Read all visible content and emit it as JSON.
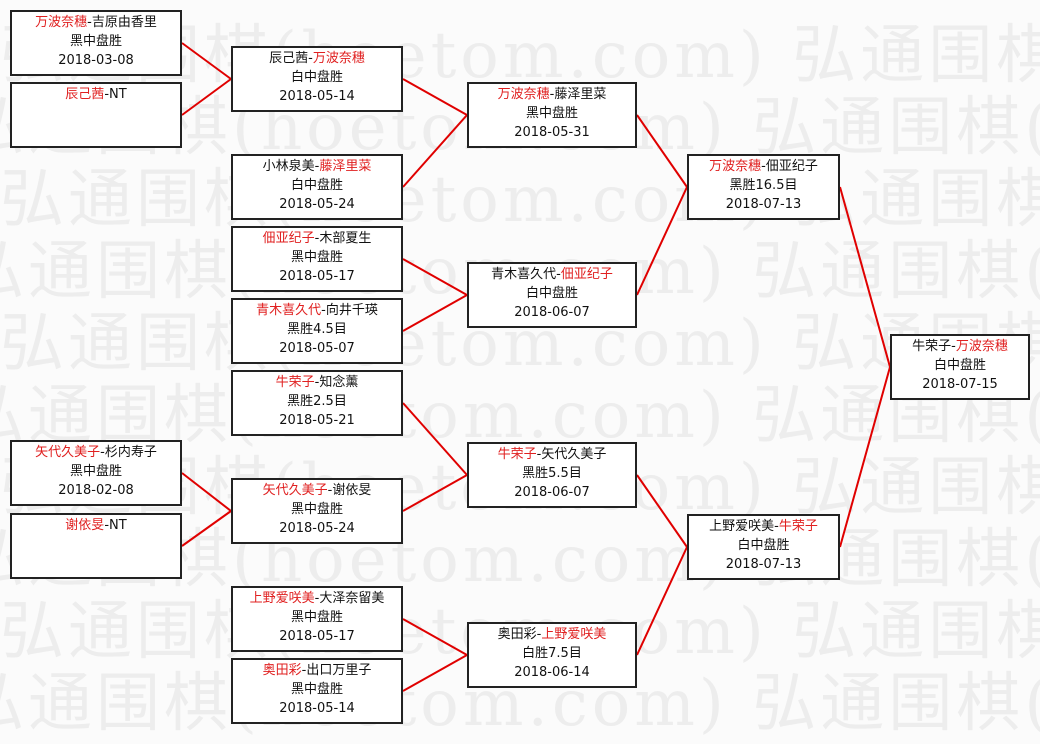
{
  "watermark": "弘通围棋(hoetom.com)",
  "colors": {
    "winner": "#e02020",
    "line": "#e00000",
    "border": "#222222"
  },
  "matches": [
    {
      "id": "r1a",
      "col": 0,
      "p1": "万波奈穗",
      "p2": "吉原由香里",
      "winner": 1,
      "result": "黑中盘胜",
      "date": "2018-03-08"
    },
    {
      "id": "r1b",
      "col": 0,
      "p1": "辰己茜",
      "p2": "NT",
      "winner": 1,
      "result": "",
      "date": ""
    },
    {
      "id": "r1c",
      "col": 0,
      "p1": "矢代久美子",
      "p2": "杉内寿子",
      "winner": 1,
      "result": "黑中盘胜",
      "date": "2018-02-08"
    },
    {
      "id": "r1d",
      "col": 0,
      "p1": "谢依旻",
      "p2": "NT",
      "winner": 1,
      "result": "",
      "date": ""
    },
    {
      "id": "r2a",
      "col": 1,
      "p1": "辰己茜",
      "p2": "万波奈穗",
      "winner": 2,
      "result": "白中盘胜",
      "date": "2018-05-14"
    },
    {
      "id": "r2b",
      "col": 1,
      "p1": "小林泉美",
      "p2": "藤泽里菜",
      "winner": 2,
      "result": "白中盘胜",
      "date": "2018-05-24"
    },
    {
      "id": "r2c",
      "col": 1,
      "p1": "佃亚纪子",
      "p2": "木部夏生",
      "winner": 1,
      "result": "黑中盘胜",
      "date": "2018-05-17"
    },
    {
      "id": "r2d",
      "col": 1,
      "p1": "青木喜久代",
      "p2": "向井千瑛",
      "winner": 1,
      "result": "黑胜4.5目",
      "date": "2018-05-07"
    },
    {
      "id": "r2e",
      "col": 1,
      "p1": "牛荣子",
      "p2": "知念薰",
      "winner": 1,
      "result": "黑胜2.5目",
      "date": "2018-05-21"
    },
    {
      "id": "r2f",
      "col": 1,
      "p1": "矢代久美子",
      "p2": "谢依旻",
      "winner": 1,
      "result": "黑中盘胜",
      "date": "2018-05-24"
    },
    {
      "id": "r2g",
      "col": 1,
      "p1": "上野爱咲美",
      "p2": "大泽奈留美",
      "winner": 1,
      "result": "黑中盘胜",
      "date": "2018-05-17"
    },
    {
      "id": "r2h",
      "col": 1,
      "p1": "奥田彩",
      "p2": "出口万里子",
      "winner": 1,
      "result": "黑中盘胜",
      "date": "2018-05-14"
    },
    {
      "id": "r3a",
      "col": 2,
      "p1": "万波奈穗",
      "p2": "藤泽里菜",
      "winner": 1,
      "result": "黑中盘胜",
      "date": "2018-05-31"
    },
    {
      "id": "r3b",
      "col": 2,
      "p1": "青木喜久代",
      "p2": "佃亚纪子",
      "winner": 2,
      "result": "白中盘胜",
      "date": "2018-06-07"
    },
    {
      "id": "r3c",
      "col": 2,
      "p1": "牛荣子",
      "p2": "矢代久美子",
      "winner": 1,
      "result": "黑胜5.5目",
      "date": "2018-06-07"
    },
    {
      "id": "r3d",
      "col": 2,
      "p1": "奥田彩",
      "p2": "上野爱咲美",
      "winner": 2,
      "result": "白胜7.5目",
      "date": "2018-06-14"
    },
    {
      "id": "r4a",
      "col": 3,
      "p1": "万波奈穗",
      "p2": "佃亚纪子",
      "winner": 1,
      "result": "黑胜16.5目",
      "date": "2018-07-13"
    },
    {
      "id": "r4b",
      "col": 3,
      "p1": "上野爱咲美",
      "p2": "牛荣子",
      "winner": 2,
      "result": "白中盘胜",
      "date": "2018-07-13"
    },
    {
      "id": "r5",
      "col": 4,
      "p1": "牛荣子",
      "p2": "万波奈穗",
      "winner": 2,
      "result": "白中盘胜",
      "date": "2018-07-15"
    }
  ],
  "links": [
    [
      "r1a",
      "r2a"
    ],
    [
      "r1b",
      "r2a"
    ],
    [
      "r1c",
      "r2f"
    ],
    [
      "r1d",
      "r2f"
    ],
    [
      "r2a",
      "r3a"
    ],
    [
      "r2b",
      "r3a"
    ],
    [
      "r2c",
      "r3b"
    ],
    [
      "r2d",
      "r3b"
    ],
    [
      "r2e",
      "r3c"
    ],
    [
      "r2f",
      "r3c"
    ],
    [
      "r2g",
      "r3d"
    ],
    [
      "r2h",
      "r3d"
    ],
    [
      "r3a",
      "r4a"
    ],
    [
      "r3b",
      "r4a"
    ],
    [
      "r3c",
      "r4b"
    ],
    [
      "r3d",
      "r4b"
    ],
    [
      "r4a",
      "r5"
    ],
    [
      "r4b",
      "r5"
    ]
  ]
}
